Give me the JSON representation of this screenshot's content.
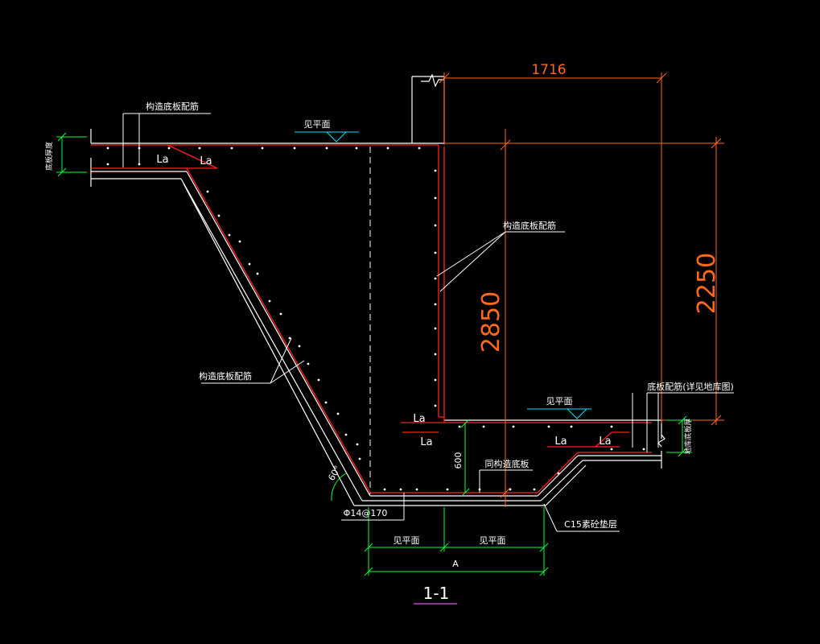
{
  "drawing": {
    "section_label": "1-1",
    "dims": {
      "d1716": "1716",
      "d2850": "2850",
      "d2250": "2250",
      "d600": "600",
      "a": "A",
      "angle": "60°"
    },
    "labels": {
      "construct_top": "构造底板配筋",
      "construct_right": "构造底板配筋",
      "construct_slope": "构造底板配筋",
      "see_plan_top": "见平面",
      "see_plan_right": "见平面",
      "see_plan_bottom_left": "见平面",
      "see_plan_bottom_right": "见平面",
      "floor_rebar": "底板配筋(详见地库图)",
      "same_as_floor": "同构造底板",
      "cushion": "C15素砼垫层",
      "rebar_spec": "Φ14@170",
      "slab_thickness_left": "底板厚度",
      "slab_thickness_right": "地库底板厚",
      "la": "La"
    },
    "colors": {
      "background": "#000000",
      "dimension": "#ff6a1a",
      "rebar": "#ff2020",
      "structure": "#ffffff",
      "dimension_green": "#00ff3c",
      "level": "#00e5ff",
      "title_line": "#c040c0"
    }
  }
}
